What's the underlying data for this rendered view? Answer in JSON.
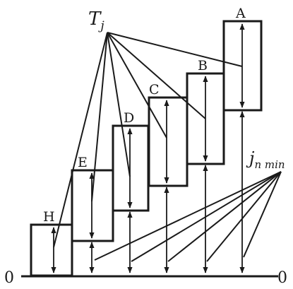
{
  "diagram": {
    "apex_label": {
      "base": "T",
      "sub": "j"
    },
    "right_label": {
      "base": "j",
      "sub": "n min"
    },
    "axis": {
      "left_label": "0",
      "right_label": "0"
    },
    "blocks": [
      {
        "id": "H",
        "label": "H"
      },
      {
        "id": "E",
        "label": "E"
      },
      {
        "id": "D",
        "label": "D"
      },
      {
        "id": "C",
        "label": "C"
      },
      {
        "id": "B",
        "label": "B"
      },
      {
        "id": "A",
        "label": "A"
      }
    ]
  }
}
